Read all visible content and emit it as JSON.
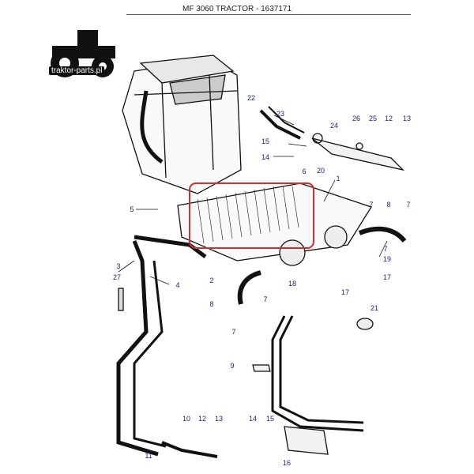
{
  "header": {
    "title": "MF 3060 TRACTOR - 1637171"
  },
  "logo": {
    "text": "traktor-parts.pl"
  },
  "callouts": [
    "1",
    "2",
    "3",
    "4",
    "5",
    "6",
    "7",
    "7",
    "7",
    "7",
    "7",
    "8",
    "8",
    "9",
    "10",
    "11",
    "12",
    "12",
    "13",
    "13",
    "14",
    "14",
    "15",
    "15",
    "16",
    "17",
    "17",
    "18",
    "19",
    "20",
    "21",
    "22",
    "23",
    "24",
    "25",
    "26",
    "27"
  ],
  "colors": {
    "line": "#111111",
    "callout": "#1a237e",
    "highlight": "#d32f2f"
  }
}
